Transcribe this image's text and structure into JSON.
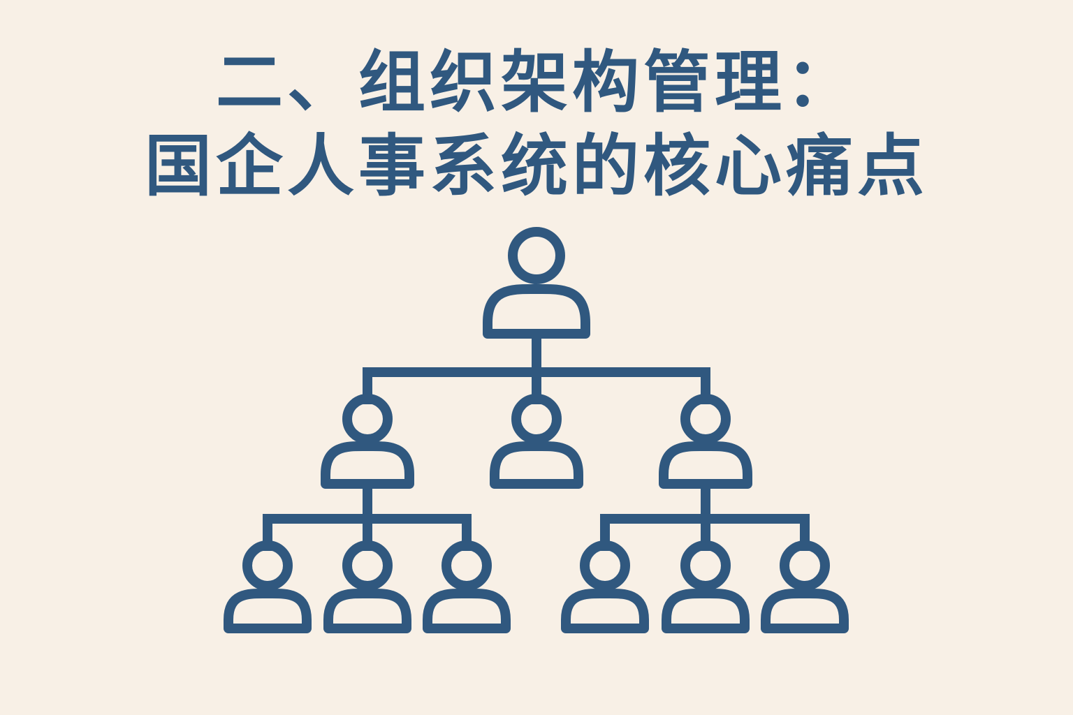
{
  "title": {
    "line1": "二、组织架构管理：",
    "line2": "国企人事系统的核心痛点"
  },
  "colors": {
    "background": "#f8f0e6",
    "primary": "#30587f"
  },
  "org_chart": {
    "icon": "person-icon",
    "levels": [
      1,
      3,
      6
    ],
    "structure": {
      "root": [
        "left-manager",
        "center-manager",
        "right-manager"
      ],
      "left-manager": [
        "staff-1",
        "staff-2",
        "staff-3"
      ],
      "center-manager": [],
      "right-manager": [
        "staff-4",
        "staff-5",
        "staff-6"
      ]
    }
  }
}
